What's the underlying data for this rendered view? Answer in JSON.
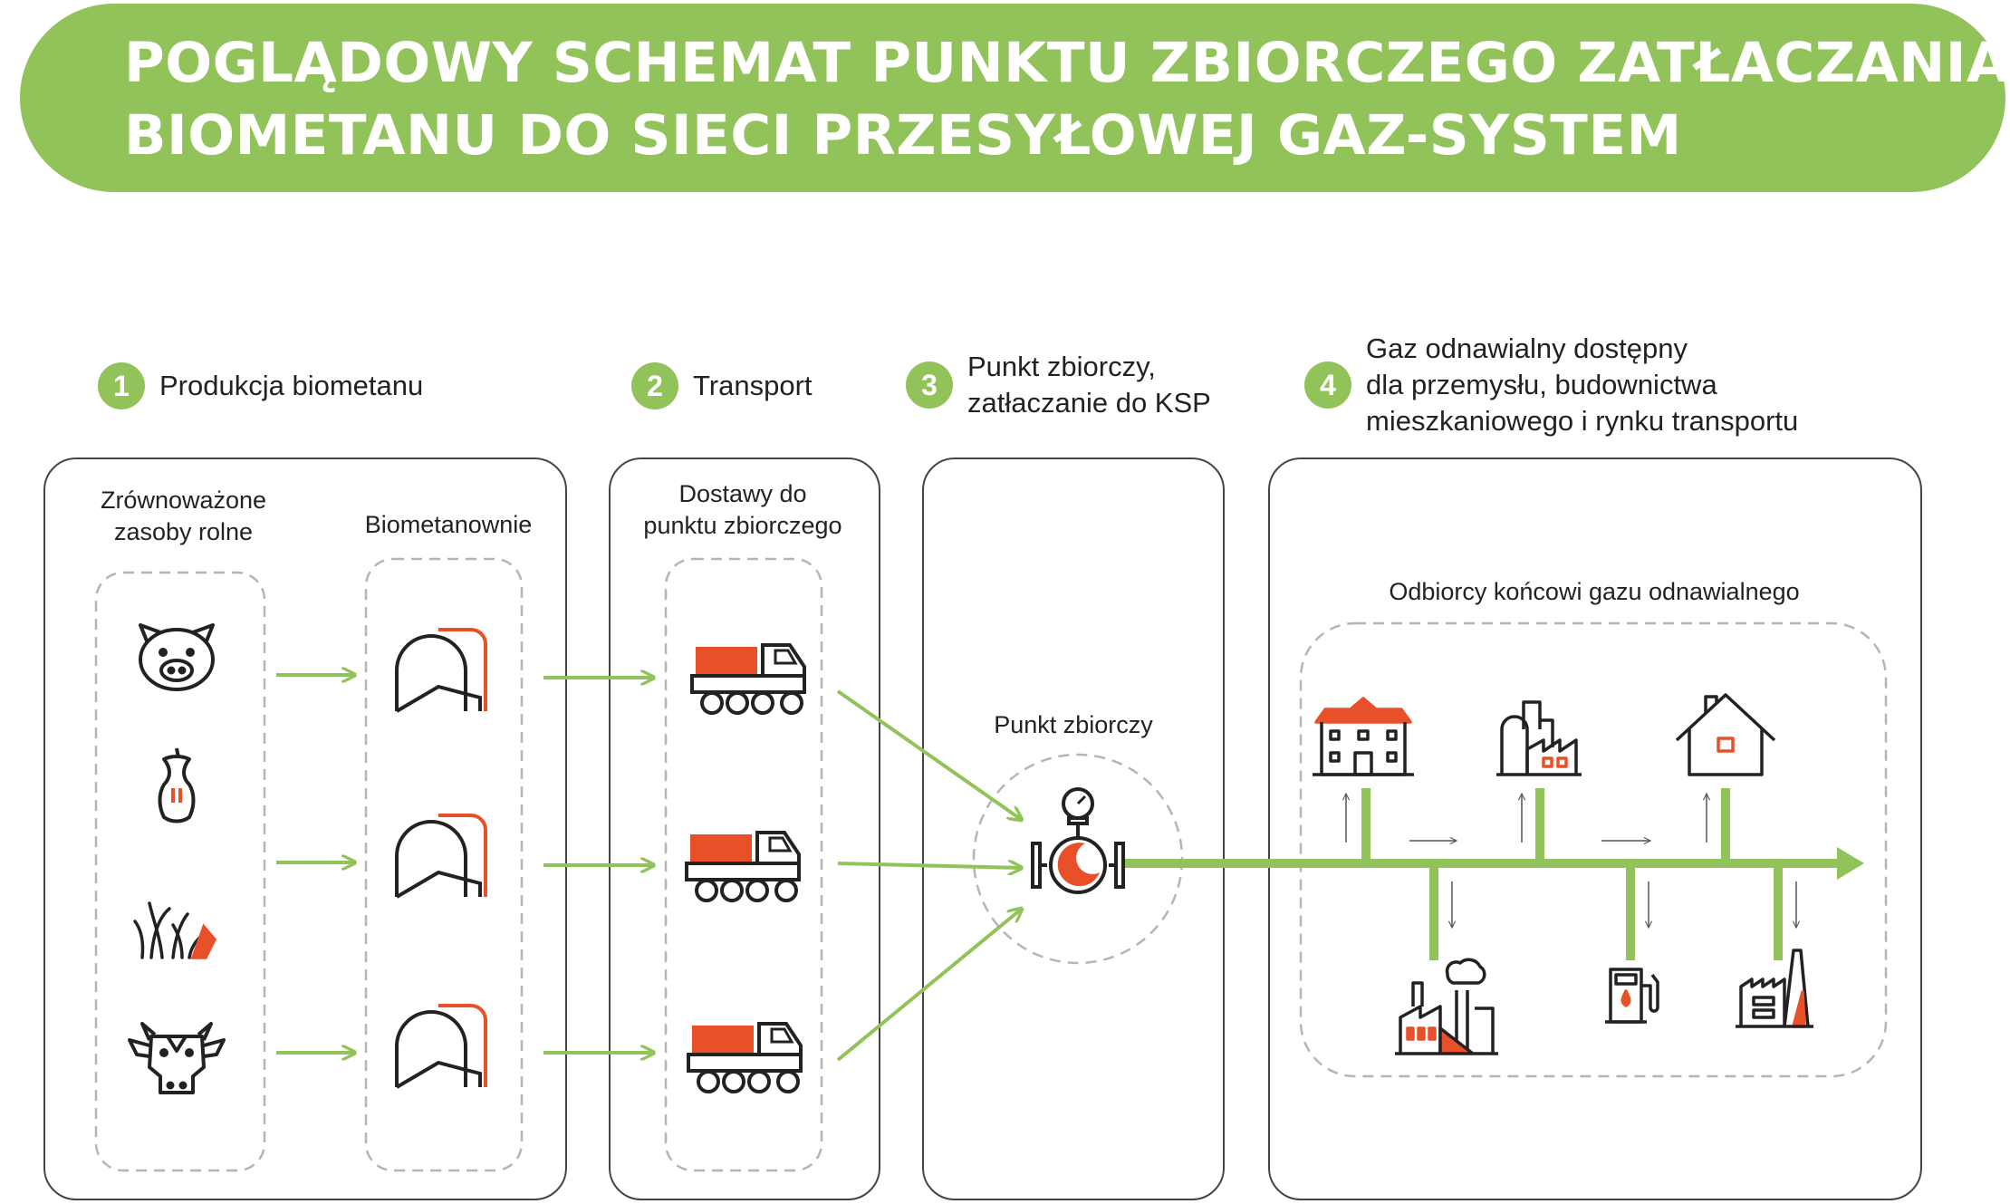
{
  "title": {
    "line1": "POGLĄDOWY SCHEMAT PUNKTU ZBIORCZEGO ZATŁACZANIA",
    "line2": "BIOMETANU DO SIECI PRZESYŁOWEJ GAZ-SYSTEM"
  },
  "steps": [
    {
      "number": "1",
      "label": "Produkcja biometanu"
    },
    {
      "number": "2",
      "label": "Transport"
    },
    {
      "number": "3",
      "label": "Punkt zbiorczy,\nzatłaczanie do KSP"
    },
    {
      "number": "4",
      "label": "Gaz odnawialny dostępny\ndla przemysłu, budownictwa\nmieszkaniowego i rynku transportu"
    }
  ],
  "labels": {
    "resources": "Zrównoważone\nzasoby rolne",
    "biogas_plants": "Biometanownie",
    "deliveries": "Dostawy do\npunktu zbiorczego",
    "collection_point": "Punkt zbiorczy",
    "end_users": "Odbiorcy końcowi gazu odnawialnego"
  },
  "icons": {
    "resources": [
      "pig-icon",
      "apple-core-icon",
      "grass-icon",
      "cow-icon"
    ],
    "plants": [
      "biogas-plant-icon",
      "biogas-plant-icon",
      "biogas-plant-icon"
    ],
    "trucks": [
      "truck-icon",
      "truck-icon",
      "truck-icon"
    ],
    "valve": "injection-valve-icon",
    "consumers_top": [
      "residential-building-icon",
      "industrial-plant-icon",
      "house-icon"
    ],
    "consumers_bottom": [
      "factory-icon",
      "fuel-station-icon",
      "steelworks-icon"
    ]
  },
  "colors": {
    "green": "#92c35a",
    "orange": "#e8502a",
    "outline": "#444444",
    "dashed": "#b5b5b5"
  }
}
